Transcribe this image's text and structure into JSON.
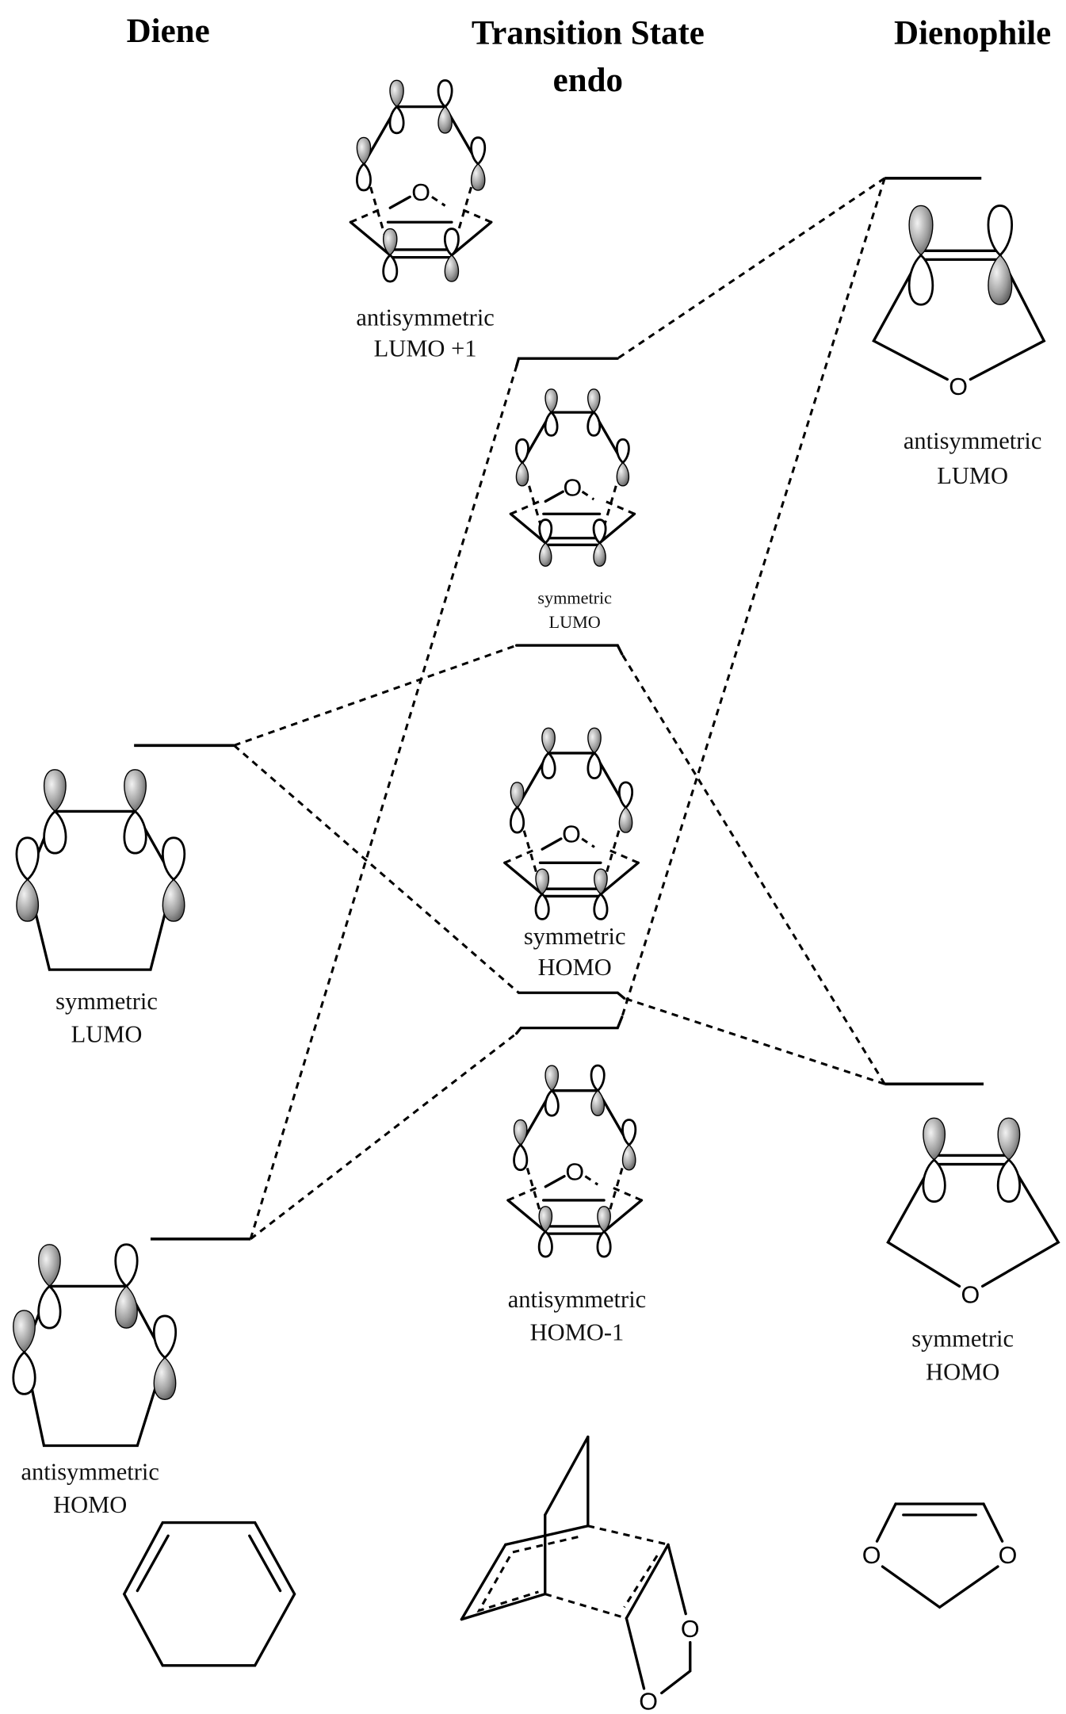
{
  "headers": {
    "diene": "Diene",
    "ts_line1": "Transition State",
    "ts_line2": "endo",
    "dienophile": "Dienophile"
  },
  "orbitals": {
    "ts_lumo_plus1": {
      "symmetry": "antisymmetric",
      "name": "LUMO +1"
    },
    "ts_lumo": {
      "symmetry": "symmetric",
      "name": "LUMO"
    },
    "ts_homo": {
      "symmetry": "symmetric",
      "name": "HOMO"
    },
    "ts_homo_minus1": {
      "symmetry": "antisymmetric",
      "name": "HOMO-1"
    },
    "diene_lumo": {
      "symmetry": "symmetric",
      "name": "LUMO"
    },
    "diene_homo": {
      "symmetry": "antisymmetric",
      "name": "HOMO"
    },
    "dienophile_lumo": {
      "symmetry": "antisymmetric",
      "name": "LUMO"
    },
    "dienophile_homo": {
      "symmetry": "symmetric",
      "name": "HOMO"
    }
  },
  "atom_label": "O",
  "colors": {
    "lobe_shade_light": "#f2f2f2",
    "lobe_shade_dark": "#4a4a4a"
  }
}
